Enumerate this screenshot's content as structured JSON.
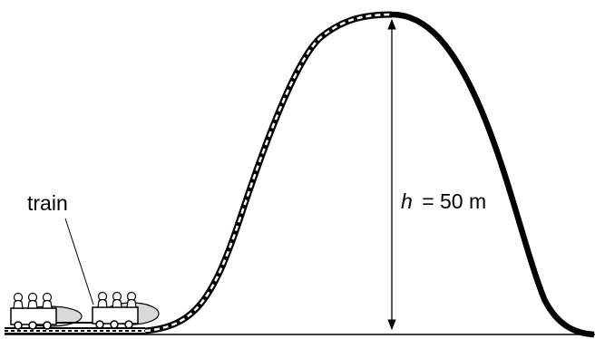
{
  "labels": {
    "train": "train",
    "height_symbol": "h",
    "height_equals": "= 50 m"
  },
  "quantities": {
    "height_value": 50,
    "height_unit": "m"
  },
  "colors": {
    "ink": "#000000",
    "car_body": "#d9d9d9",
    "background": "#ffffff"
  }
}
